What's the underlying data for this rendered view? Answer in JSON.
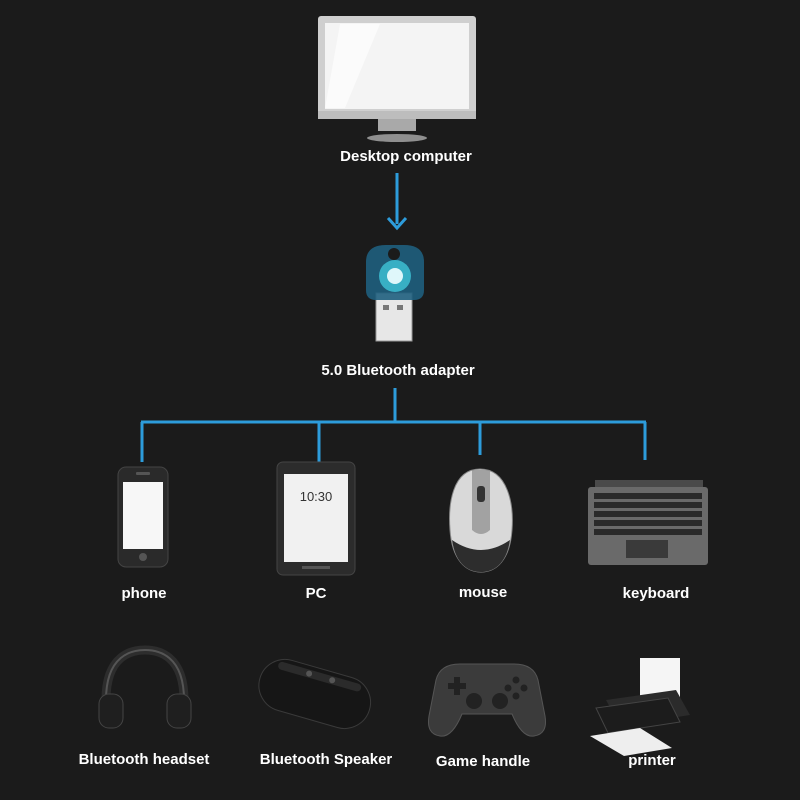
{
  "colors": {
    "background": "#1b1b1b",
    "connector": "#2d9cdb",
    "label": "#ffffff"
  },
  "source": {
    "label": "Desktop computer",
    "icon": "desktop-monitor-icon"
  },
  "adapter": {
    "label": "5.0 Bluetooth adapter",
    "icon": "usb-bluetooth-adapter-icon"
  },
  "tablet_screen": {
    "time": "10:30"
  },
  "devices_row1": [
    {
      "label": "phone",
      "icon": "smartphone-icon"
    },
    {
      "label": "PC",
      "icon": "tablet-icon"
    },
    {
      "label": "mouse",
      "icon": "mouse-icon"
    },
    {
      "label": "keyboard",
      "icon": "keyboard-icon"
    }
  ],
  "devices_row2": [
    {
      "label": "Bluetooth headset",
      "icon": "headphones-icon"
    },
    {
      "label": "Bluetooth Speaker",
      "icon": "speaker-icon"
    },
    {
      "label": "Game handle",
      "icon": "gamepad-icon"
    },
    {
      "label": "printer",
      "icon": "printer-icon"
    }
  ]
}
